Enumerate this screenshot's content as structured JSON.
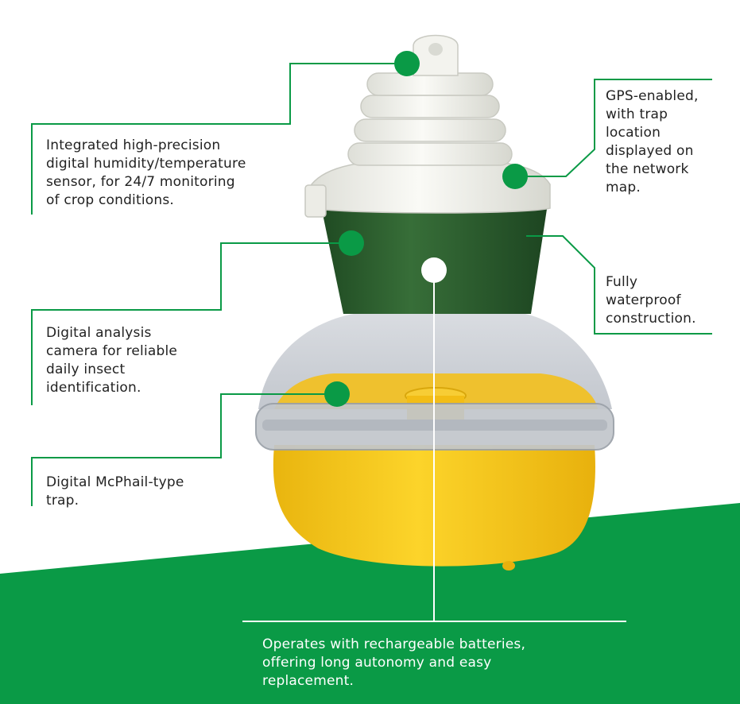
{
  "colors": {
    "brand_green": "#0a9a46",
    "trap_green": "#2c5e2e",
    "trap_yellow": "#f6c81a",
    "dome_clear": "#c9cdd3",
    "sensor_white": "#f3f3ee",
    "text_dark": "#222222",
    "text_light": "#ffffff"
  },
  "icons": {
    "callout_marker": "green-dot-icon",
    "battery_marker": "white-dot-icon"
  },
  "callouts": {
    "sensor": "Integrated high-precision\ndigital humidity/temperature\nsensor, for 24/7 monitoring\nof crop conditions.",
    "gps": "GPS-enabled,\nwith trap\nlocation\ndisplayed on\nthe network\nmap.",
    "waterproof": "Fully\nwaterproof\nconstruction.",
    "camera": "Digital analysis\ncamera for reliable\ndaily insect\nidentification.",
    "trap": "Digital McPhail-type\ntrap.",
    "battery": "Operates with rechargeable batteries,\noffering long autonomy and easy\nreplacement."
  }
}
